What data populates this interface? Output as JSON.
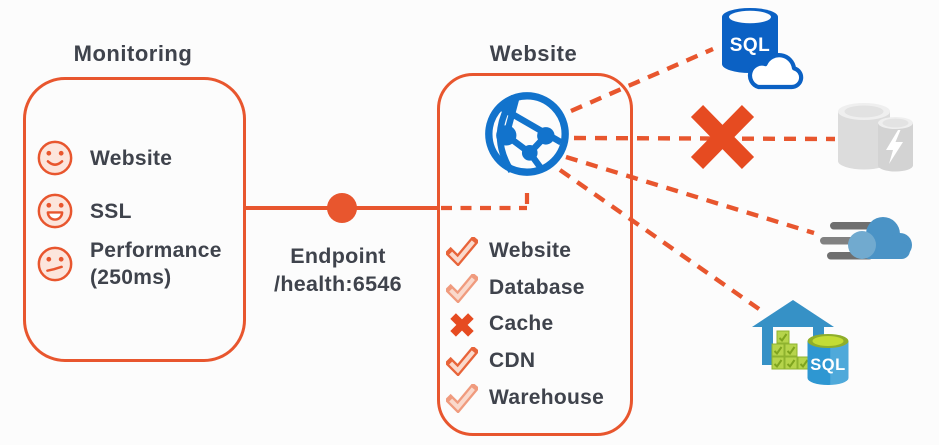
{
  "monitoring": {
    "title": "Monitoring",
    "items": [
      {
        "label": "Website",
        "mood": "happy"
      },
      {
        "label": "SSL",
        "mood": "very-happy"
      },
      {
        "label": "Performance",
        "sublabel": "(250ms)",
        "mood": "unsure"
      }
    ]
  },
  "endpoint": {
    "name": "Endpoint",
    "path": "/health:6546"
  },
  "website": {
    "title": "Website",
    "checks": [
      {
        "label": "Website",
        "status": "pass"
      },
      {
        "label": "Database",
        "status": "pass"
      },
      {
        "label": "Cache",
        "status": "fail"
      },
      {
        "label": "CDN",
        "status": "pass"
      },
      {
        "label": "Warehouse",
        "status": "pass"
      }
    ]
  },
  "services": [
    {
      "name": "sql-database",
      "badge": "SQL",
      "connection": "ok"
    },
    {
      "name": "storage-cache",
      "connection": "blocked"
    },
    {
      "name": "cdn",
      "connection": "ok"
    },
    {
      "name": "sql-data-warehouse",
      "badge": "SQL",
      "connection": "ok"
    }
  ],
  "colors": {
    "accent_orange": "#E8562E",
    "blocked_cross": "#E64B21",
    "text_dark": "#3F434C",
    "smiley_fill": "#FCE5DC",
    "azure_blue": "#1273CC",
    "sql_blue": "#0B61C4",
    "cdn_blue": "#4A93C6",
    "warehouse_blue": "#3691C6",
    "warehouse_green": "#B6D44B",
    "storage_gray": "#DCDCDC"
  }
}
